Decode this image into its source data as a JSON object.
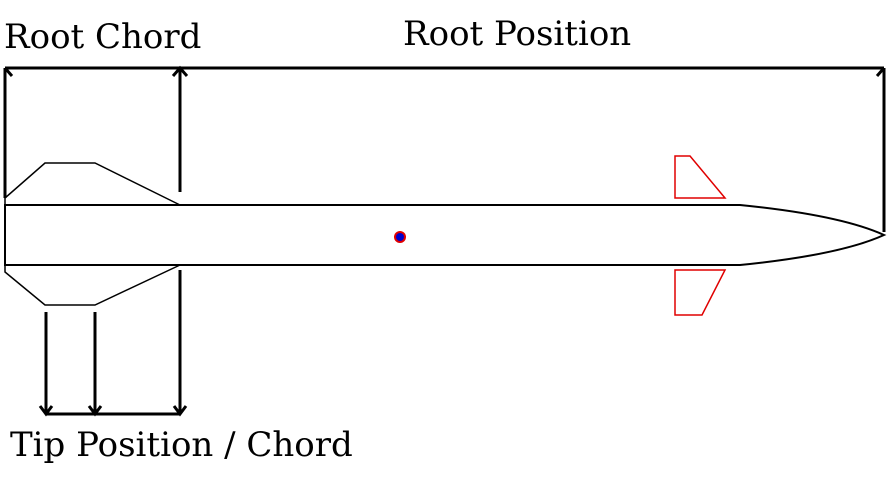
{
  "labels": {
    "root_chord": "Root Chord",
    "root_position": "Root Position",
    "tip_position_chord": "Tip Position / Chord"
  },
  "colors": {
    "outline": "#000000",
    "fins": "#e00000",
    "cg_marker": "#e00000",
    "cp_marker": "#0000cc"
  }
}
